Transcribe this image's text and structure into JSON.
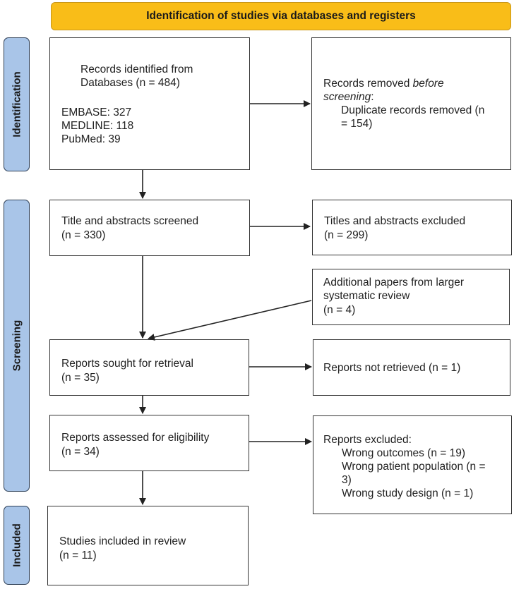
{
  "header": {
    "title": "Identification of studies via databases and registers"
  },
  "phases": {
    "identification": "Identification",
    "screening": "Screening",
    "included": "Included"
  },
  "boxes": {
    "records_identified": {
      "line1": "Records identified from",
      "line2": "Databases (n = 484)",
      "embase": "EMBASE: 327",
      "medline": "MEDLINE: 118",
      "pubmed": "PubMed: 39"
    },
    "records_removed": {
      "line1_a": "Records removed ",
      "line1_b": "before",
      "line2_a": "screening",
      "line2_b": ":",
      "line3": "Duplicate records removed (n",
      "line4": "= 154)"
    },
    "title_screened": {
      "line1": "Title and abstracts screened",
      "line2": "(n = 330)"
    },
    "titles_excluded": {
      "line1": "Titles and abstracts excluded",
      "line2": "(n = 299)"
    },
    "additional_papers": {
      "line1": "Additional papers from larger",
      "line2": "systematic review",
      "line3": "(n = 4)"
    },
    "reports_sought": {
      "line1": "Reports sought for retrieval",
      "line2": "(n = 35)"
    },
    "reports_not_retrieved": {
      "line1": "Reports not retrieved (n = 1)"
    },
    "reports_assessed": {
      "line1": "Reports assessed for eligibility",
      "line2": "(n = 34)"
    },
    "reports_excluded": {
      "line1": "Reports excluded:",
      "line2": "Wrong outcomes (n = 19)",
      "line3": "Wrong patient population (n =",
      "line4": "3)",
      "line5": "Wrong study design (n = 1)"
    },
    "studies_included": {
      "line1": "Studies included in review",
      "line2": "(n = 11)"
    }
  },
  "colors": {
    "header_fill": "#f9bd18",
    "phase_fill": "#a9c5e8",
    "border": "#333333"
  }
}
